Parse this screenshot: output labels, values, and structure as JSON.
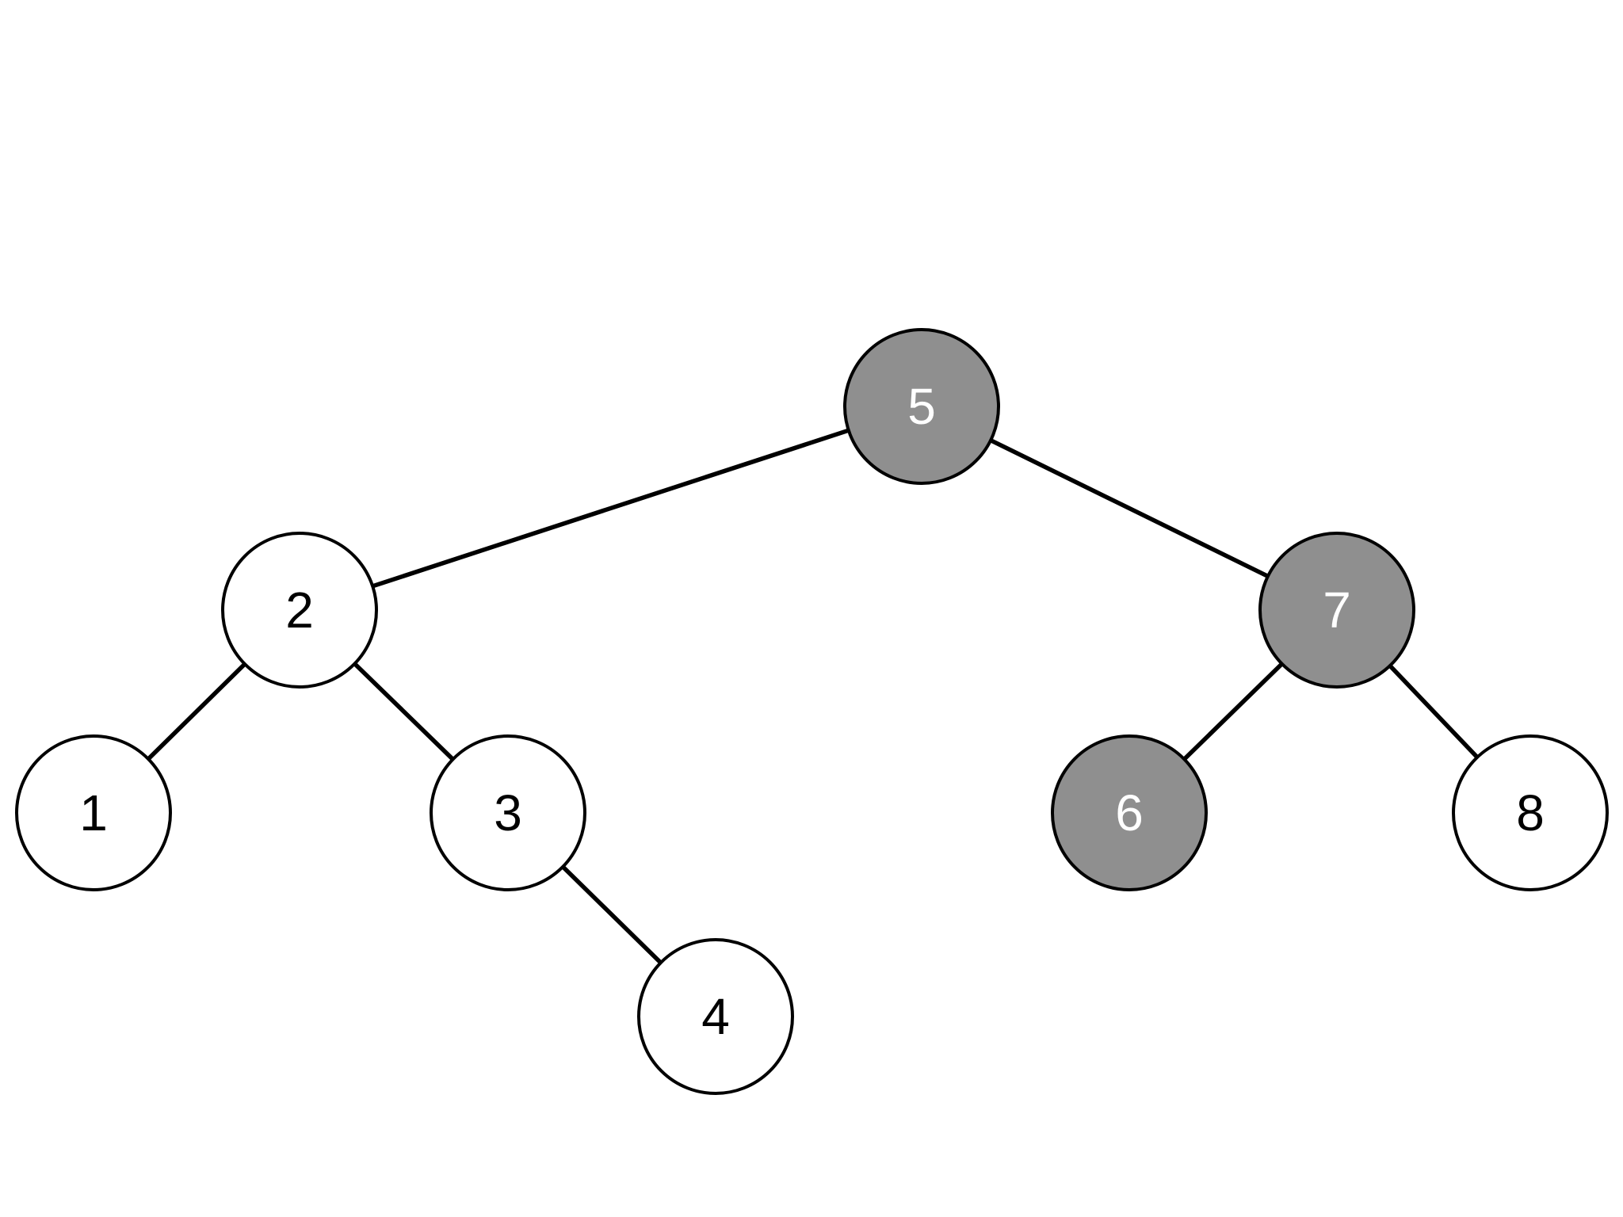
{
  "diagram": {
    "type": "binary-tree",
    "colors": {
      "background": "#ffffff",
      "edge": "#000000",
      "node_outline": "#000000",
      "highlight_fill": "#8f8f8f",
      "highlight_text": "#ffffff",
      "normal_fill": "#ffffff",
      "normal_text": "#000000"
    },
    "nodes": [
      {
        "id": "n5",
        "label": "5",
        "highlighted": true
      },
      {
        "id": "n2",
        "label": "2",
        "highlighted": false
      },
      {
        "id": "n7",
        "label": "7",
        "highlighted": true
      },
      {
        "id": "n1",
        "label": "1",
        "highlighted": false
      },
      {
        "id": "n3",
        "label": "3",
        "highlighted": false
      },
      {
        "id": "n4",
        "label": "4",
        "highlighted": false
      },
      {
        "id": "n6",
        "label": "6",
        "highlighted": true
      },
      {
        "id": "n8",
        "label": "8",
        "highlighted": false
      }
    ],
    "edges": [
      {
        "from": "n5",
        "to": "n2"
      },
      {
        "from": "n5",
        "to": "n7"
      },
      {
        "from": "n2",
        "to": "n1"
      },
      {
        "from": "n2",
        "to": "n3"
      },
      {
        "from": "n3",
        "to": "n4"
      },
      {
        "from": "n7",
        "to": "n6"
      },
      {
        "from": "n7",
        "to": "n8"
      }
    ]
  }
}
